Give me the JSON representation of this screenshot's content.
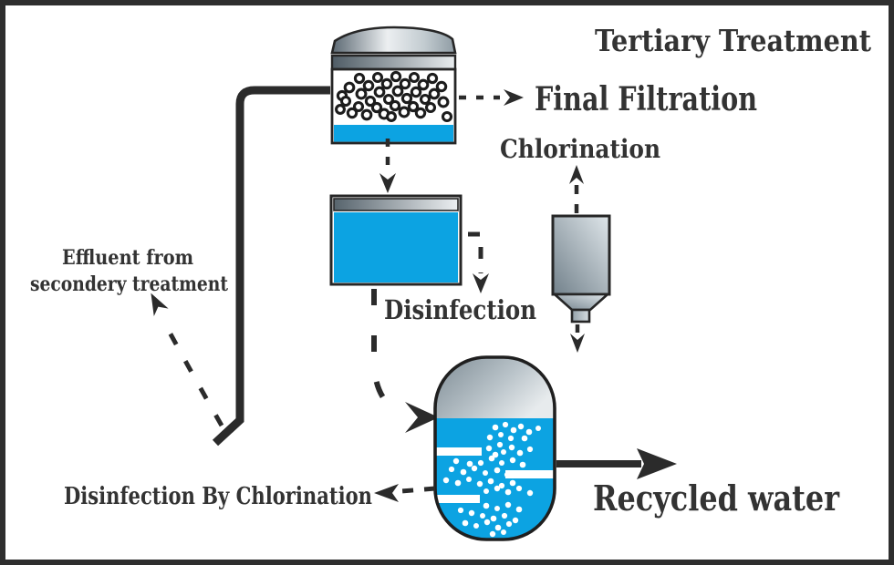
{
  "diagram": {
    "title": "Tertiary Treatment",
    "labels": {
      "final_filtration": "Final Filtration",
      "chlorination": "Chlorination",
      "disinfection": "Disinfection",
      "effluent_line1": "Effluent from",
      "effluent_line2": "secondery treatment",
      "disinfection_by_chlorination": "Disinfection By Chlorination",
      "recycled_water": "Recycled water"
    },
    "colors": {
      "ink": "#2e2e2e",
      "text": "#333333",
      "water_blue": "#0ca3e2",
      "metal_dark": "#5b6872",
      "metal_light": "#eceff1",
      "background": "#ffffff",
      "border": "#2e2e2e"
    },
    "process_flow": [
      "Effluent from secondery treatment",
      "Final Filtration",
      "Disinfection",
      "Disinfection By Chlorination",
      "Recycled water"
    ]
  }
}
